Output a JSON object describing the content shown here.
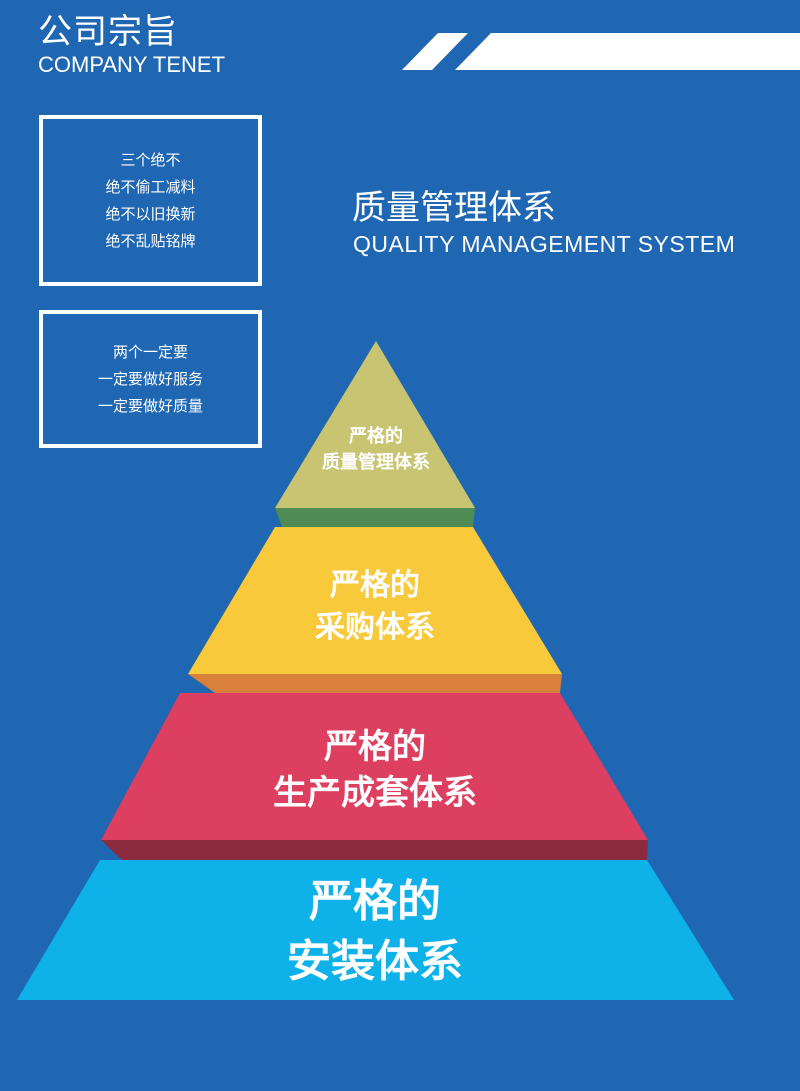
{
  "header": {
    "title_cn": "公司宗旨",
    "title_en": "COMPANY TENET"
  },
  "box1": {
    "lines": [
      "三个绝不",
      "绝不偷工减料",
      "绝不以旧换新",
      "绝不乱贴铭牌"
    ]
  },
  "box2": {
    "lines": [
      "两个一定要",
      "一定要做好服务",
      "一定要做好质量"
    ]
  },
  "system": {
    "title_cn": "质量管理体系",
    "title_en": "QUALITY MANAGEMENT SYSTEM"
  },
  "pyramid": {
    "tiers": [
      {
        "line1": "严格的",
        "line2": "质量管理体系",
        "color": "#c8c471",
        "shadow": "#4f8b55"
      },
      {
        "line1": "严格的",
        "line2": "采购体系",
        "color": "#f8c93a",
        "shadow": "#d9803c"
      },
      {
        "line1": "严格的",
        "line2": "生产成套体系",
        "color": "#dc3f5f",
        "shadow": "#8d2b3e"
      },
      {
        "line1": "严格的",
        "line2": "安装体系",
        "color": "#0fb2e8",
        "shadow": ""
      }
    ]
  },
  "colors": {
    "background": "#1f66b3",
    "stripe": "#ffffff"
  }
}
